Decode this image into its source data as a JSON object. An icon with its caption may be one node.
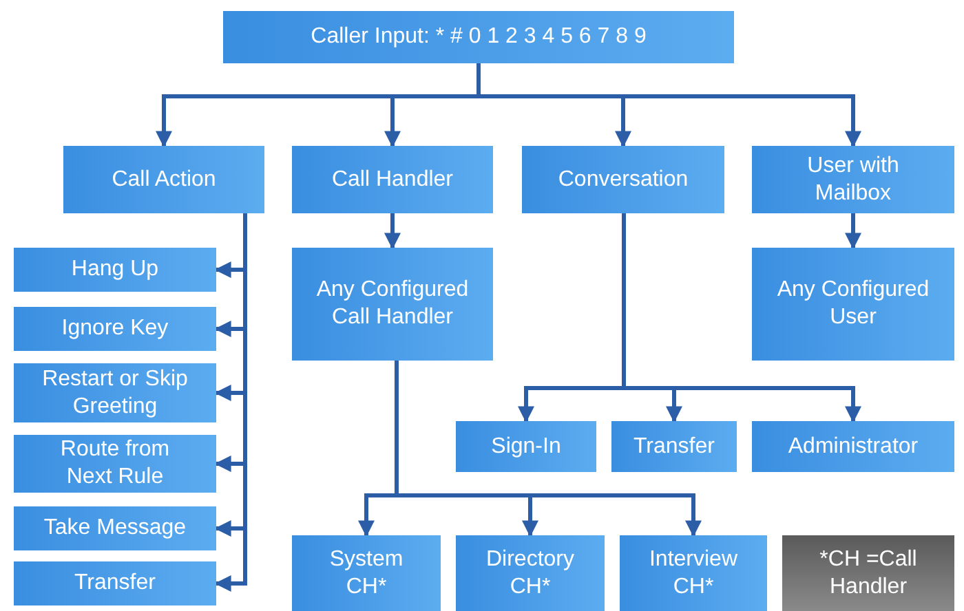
{
  "diagram": {
    "nodes": [
      {
        "text": [
          "Caller Input: * # 0 1 2 3 4 5 6 7 8 9"
        ]
      },
      {
        "text": [
          "Call Action"
        ]
      },
      {
        "text": [
          "Call Handler"
        ]
      },
      {
        "text": [
          "Conversation"
        ]
      },
      {
        "text": [
          "User with Mailbox"
        ]
      },
      {
        "text": [
          "Hang Up"
        ]
      },
      {
        "text": [
          "Ignore Key"
        ]
      },
      {
        "text": [
          "Restart or Skip Greeting"
        ]
      },
      {
        "text": [
          "Route from Next Rule"
        ]
      },
      {
        "text": [
          "Take Message"
        ]
      },
      {
        "text": [
          "Transfer"
        ]
      },
      {
        "text": [
          "Any Configured Call Handler"
        ]
      },
      {
        "text": [
          "Any Configured User"
        ]
      },
      {
        "text": [
          "Sign-In"
        ]
      },
      {
        "text": [
          "Transfer"
        ]
      },
      {
        "text": [
          "Administrator"
        ]
      },
      {
        "text": [
          "System CH*"
        ]
      },
      {
        "text": [
          "Directory CH*"
        ]
      },
      {
        "text": [
          "Interview CH*"
        ]
      },
      {
        "text": [
          "*CH =Call Handler"
        ]
      }
    ],
    "edges": [
      {
        "from": 0,
        "to": 1,
        "arrow": "to"
      },
      {
        "from": 0,
        "to": 2,
        "arrow": "to"
      },
      {
        "from": 0,
        "to": 3,
        "arrow": "to"
      },
      {
        "from": 0,
        "to": 4,
        "arrow": "to"
      },
      {
        "from": 1,
        "to": 5,
        "arrow": "to"
      },
      {
        "from": 1,
        "to": 6,
        "arrow": "to"
      },
      {
        "from": 1,
        "to": 7,
        "arrow": "to"
      },
      {
        "from": 1,
        "to": 8,
        "arrow": "to"
      },
      {
        "from": 1,
        "to": 9,
        "arrow": "to"
      },
      {
        "from": 1,
        "to": 10,
        "arrow": "to"
      },
      {
        "from": 2,
        "to": 11,
        "arrow": "to"
      },
      {
        "from": 4,
        "to": 12,
        "arrow": "to"
      },
      {
        "from": 3,
        "to": 13,
        "arrow": "to"
      },
      {
        "from": 3,
        "to": 14,
        "arrow": "to"
      },
      {
        "from": 3,
        "to": 15,
        "arrow": "to"
      },
      {
        "from": 11,
        "to": 16,
        "arrow": "to"
      },
      {
        "from": 11,
        "to": 17,
        "arrow": "to"
      },
      {
        "from": 11,
        "to": 18,
        "arrow": "to"
      }
    ]
  }
}
